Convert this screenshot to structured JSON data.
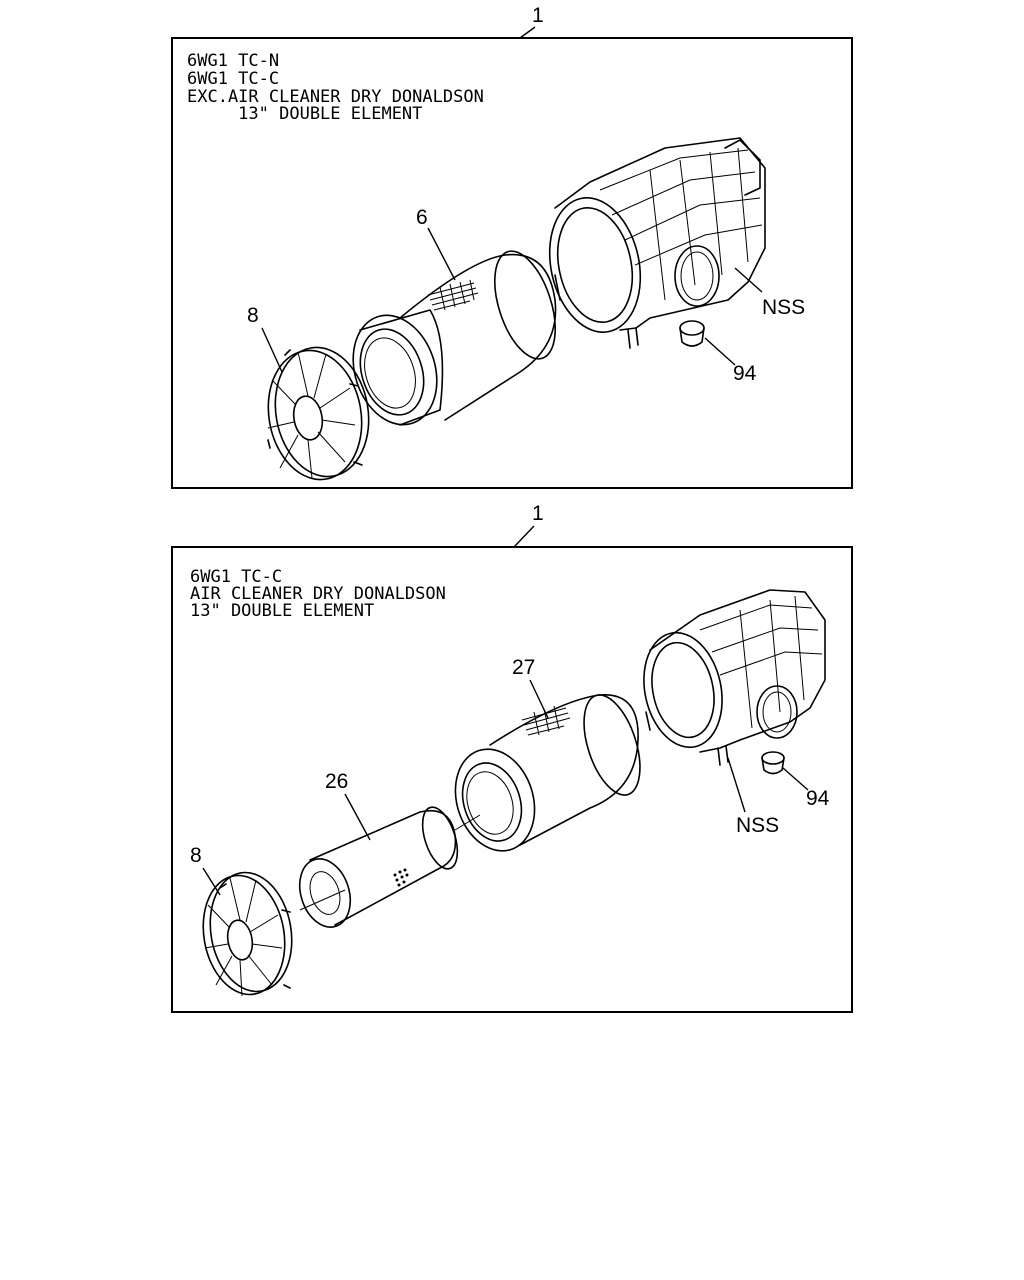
{
  "panels": [
    {
      "callout": "1",
      "header": [
        "6WG1 TC-N",
        "6WG1 TC-C",
        "EXC.AIR CLEANER DRY DONALDSON",
        "     13\" DOUBLE ELEMENT"
      ],
      "labels": {
        "element": "6",
        "cover": "8",
        "housing": "NSS",
        "valve": "94"
      }
    },
    {
      "callout": "1",
      "header": [
        "6WG1 TC-C",
        "AIR CLEANER DRY DONALDSON",
        "13\" DOUBLE ELEMENT"
      ],
      "labels": {
        "outer_element": "27",
        "inner_element": "26",
        "cover": "8",
        "housing": "NSS",
        "valve": "94"
      }
    }
  ]
}
